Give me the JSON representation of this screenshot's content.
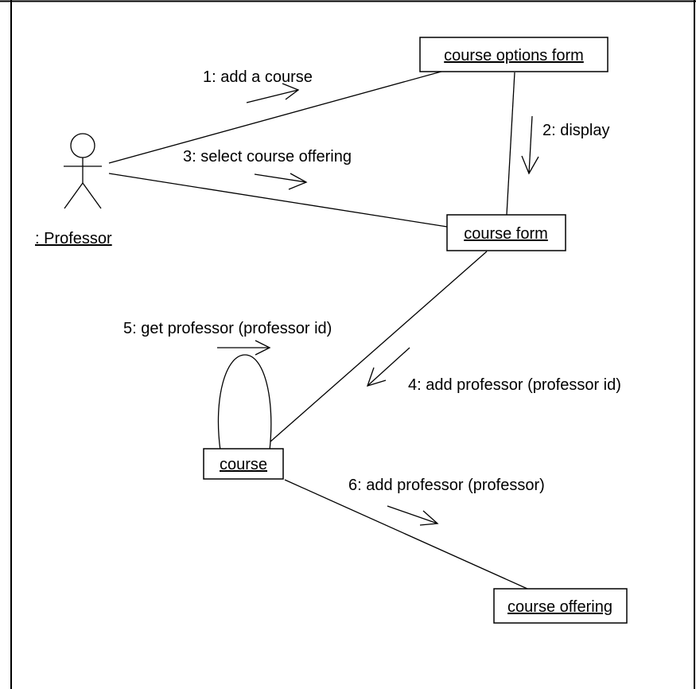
{
  "diagram": {
    "actor": {
      "label": ": Professor"
    },
    "objects": {
      "course_options_form": "course options form",
      "course_form": "course form",
      "course": "course",
      "course_offering": "course offering"
    },
    "messages": {
      "m1": "1: add a course",
      "m2": "2: display",
      "m3": "3: select course offering",
      "m4": "4: add professor (professor id)",
      "m5": "5: get professor (professor id)",
      "m6": "6: add professor (professor)"
    }
  }
}
